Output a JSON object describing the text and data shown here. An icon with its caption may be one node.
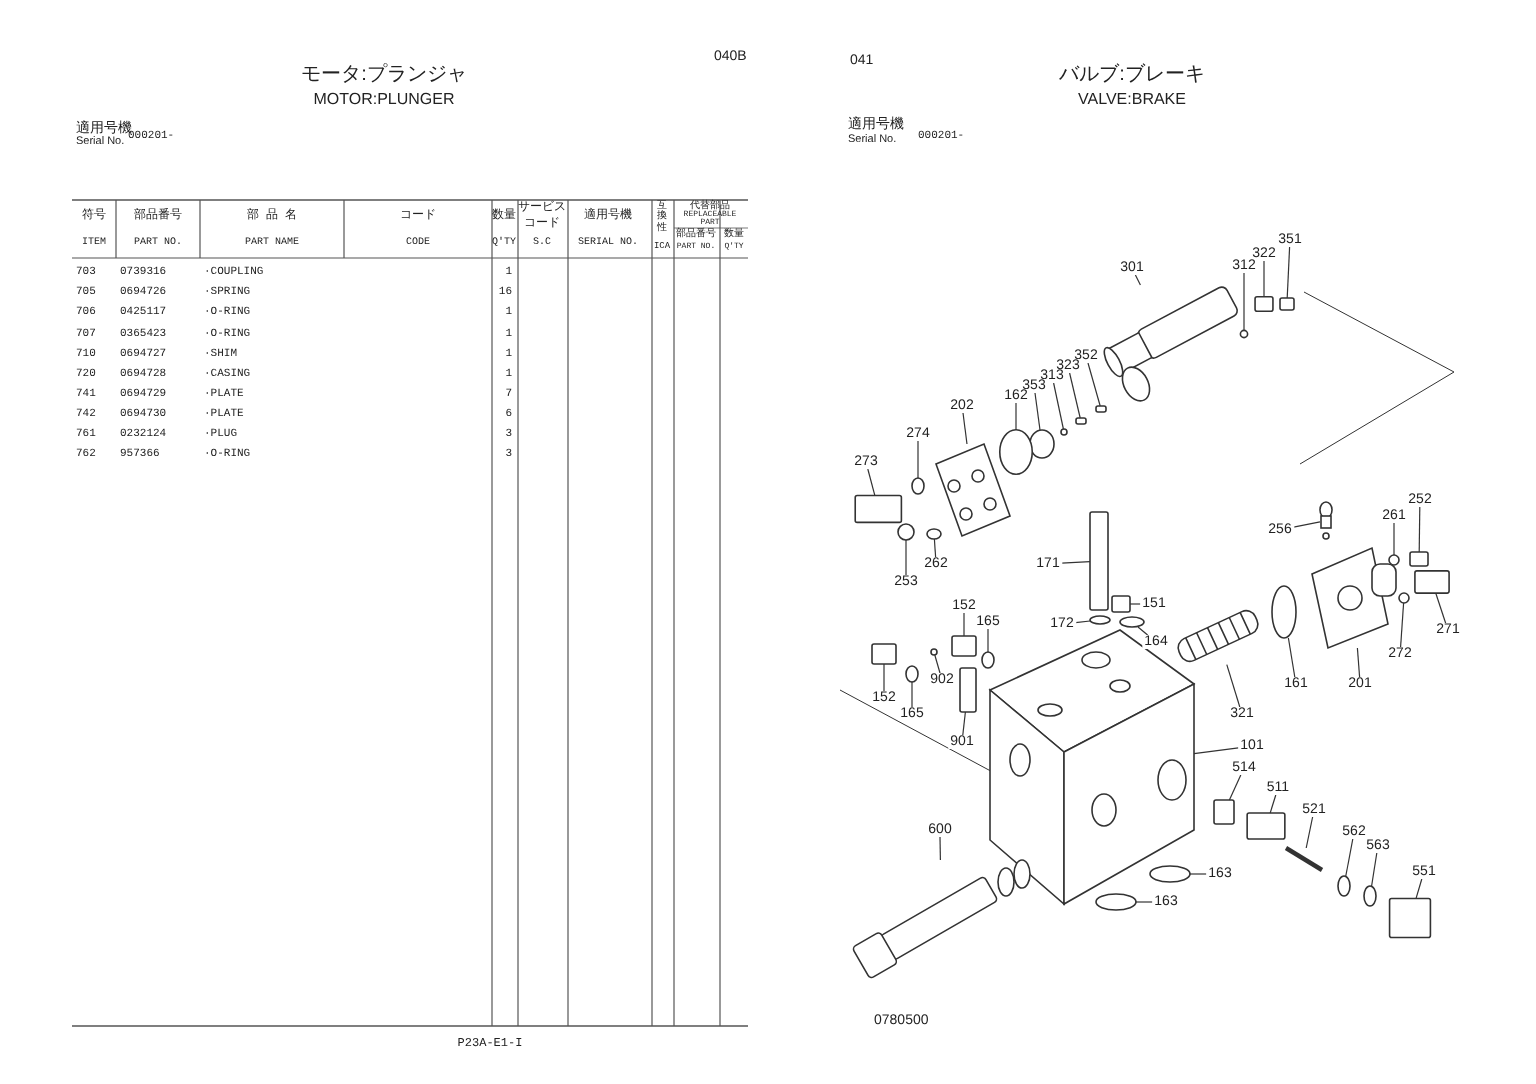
{
  "diagram": {
    "nodes": [
      {
        "text": [
          "351"
        ]
      },
      {
        "text": [
          "322"
        ]
      },
      {
        "text": [
          "312"
        ]
      },
      {
        "text": [
          "301"
        ]
      },
      {
        "text": [
          "352"
        ]
      },
      {
        "text": [
          "323"
        ]
      },
      {
        "text": [
          "313"
        ]
      },
      {
        "text": [
          "353"
        ]
      },
      {
        "text": [
          "162"
        ]
      },
      {
        "text": [
          "202"
        ]
      },
      {
        "text": [
          "274"
        ]
      },
      {
        "text": [
          "273"
        ]
      },
      {
        "text": [
          "256"
        ]
      },
      {
        "text": [
          "261"
        ]
      },
      {
        "text": [
          "252"
        ]
      },
      {
        "text": [
          "262"
        ]
      },
      {
        "text": [
          "253"
        ]
      },
      {
        "text": [
          "171"
        ]
      },
      {
        "text": [
          "151"
        ]
      },
      {
        "text": [
          "172"
        ]
      },
      {
        "text": [
          "164"
        ]
      },
      {
        "text": [
          "152"
        ]
      },
      {
        "text": [
          "165"
        ]
      },
      {
        "text": [
          "152"
        ]
      },
      {
        "text": [
          "165"
        ]
      },
      {
        "text": [
          "902"
        ]
      },
      {
        "text": [
          "901"
        ]
      },
      {
        "text": [
          "161"
        ]
      },
      {
        "text": [
          "201"
        ]
      },
      {
        "text": [
          "272"
        ]
      },
      {
        "text": [
          "271"
        ]
      },
      {
        "text": [
          "321"
        ]
      },
      {
        "text": [
          "101"
        ]
      },
      {
        "text": [
          "514"
        ]
      },
      {
        "text": [
          "511"
        ]
      },
      {
        "text": [
          "521"
        ]
      },
      {
        "text": [
          "562"
        ]
      },
      {
        "text": [
          "563"
        ]
      },
      {
        "text": [
          "551"
        ]
      },
      {
        "text": [
          "600"
        ]
      },
      {
        "text": [
          "163"
        ]
      },
      {
        "text": [
          "163"
        ]
      },
      {
        "text": [],
        "shape": "box"
      },
      {
        "text": [],
        "shape": "box"
      },
      {
        "text": [],
        "shape": "circle"
      },
      {
        "text": [],
        "shape": "picture"
      },
      {
        "text": [],
        "shape": "box"
      },
      {
        "text": [],
        "shape": "box"
      },
      {
        "text": [],
        "shape": "circle"
      },
      {
        "text": [],
        "shape": "circle"
      },
      {
        "text": [],
        "shape": "circle"
      },
      {
        "text": [],
        "shape": "picture"
      },
      {
        "text": [],
        "shape": "circle"
      },
      {
        "text": [],
        "shape": "box"
      },
      {
        "text": [],
        "shape": "picture"
      },
      {
        "text": [],
        "shape": "circle"
      },
      {
        "text": [],
        "shape": "box"
      },
      {
        "text": [],
        "shape": "circle"
      },
      {
        "text": [],
        "shape": "circle"
      },
      {
        "text": [],
        "shape": "box"
      },
      {
        "text": [],
        "shape": "box"
      },
      {
        "text": [],
        "shape": "circle"
      },
      {
        "text": [],
        "shape": "circle"
      },
      {
        "text": [],
        "shape": "box"
      },
      {
        "text": [],
        "shape": "circle"
      },
      {
        "text": [],
        "shape": "box"
      },
      {
        "text": [],
        "shape": "circle"
      },
      {
        "text": [],
        "shape": "circle"
      },
      {
        "text": [],
        "shape": "box"
      },
      {
        "text": [],
        "shape": "circle"
      },
      {
        "text": [],
        "shape": "picture"
      },
      {
        "text": [],
        "shape": "circle"
      },
      {
        "text": [],
        "shape": "box"
      },
      {
        "text": [],
        "shape": "picture"
      },
      {
        "text": [],
        "shape": "picture"
      },
      {
        "text": [],
        "shape": "box"
      },
      {
        "text": [],
        "shape": "box"
      },
      {
        "text": [],
        "shape": "bar"
      },
      {
        "text": [],
        "shape": "circle"
      },
      {
        "text": [],
        "shape": "circle"
      },
      {
        "text": [],
        "shape": "box"
      },
      {
        "text": [],
        "shape": "picture"
      },
      {
        "text": [],
        "shape": "circle"
      },
      {
        "text": [],
        "shape": "circle"
      }
    ],
    "edges": [
      {
        "from": 0,
        "to": 42,
        "arrow": "none"
      },
      {
        "from": 1,
        "to": 43,
        "arrow": "none"
      },
      {
        "from": 2,
        "to": 44,
        "arrow": "none"
      },
      {
        "from": 3,
        "to": 45,
        "arrow": "none"
      },
      {
        "from": 4,
        "to": 46,
        "arrow": "none"
      },
      {
        "from": 5,
        "to": 47,
        "arrow": "none"
      },
      {
        "from": 6,
        "to": 48,
        "arrow": "none"
      },
      {
        "from": 7,
        "to": 49,
        "arrow": "none"
      },
      {
        "from": 8,
        "to": 50,
        "arrow": "none"
      },
      {
        "from": 9,
        "to": 51,
        "arrow": "none"
      },
      {
        "from": 10,
        "to": 52,
        "arrow": "none"
      },
      {
        "from": 11,
        "to": 53,
        "arrow": "none"
      },
      {
        "from": 12,
        "to": 54,
        "arrow": "none"
      },
      {
        "from": 13,
        "to": 55,
        "arrow": "none"
      },
      {
        "from": 14,
        "to": 56,
        "arrow": "none"
      },
      {
        "from": 15,
        "to": 57,
        "arrow": "none"
      },
      {
        "from": 16,
        "to": 58,
        "arrow": "none"
      },
      {
        "from": 17,
        "to": 59,
        "arrow": "none"
      },
      {
        "from": 18,
        "to": 60,
        "arrow": "none"
      },
      {
        "from": 19,
        "to": 61,
        "arrow": "none"
      },
      {
        "from": 20,
        "to": 62,
        "arrow": "none"
      },
      {
        "from": 21,
        "to": 63,
        "arrow": "none"
      },
      {
        "from": 22,
        "to": 64,
        "arrow": "none"
      },
      {
        "from": 23,
        "to": 65,
        "arrow": "none"
      },
      {
        "from": 24,
        "to": 66,
        "arrow": "none"
      },
      {
        "from": 25,
        "to": 67,
        "arrow": "none"
      },
      {
        "from": 26,
        "to": 68,
        "arrow": "none"
      },
      {
        "from": 27,
        "to": 69,
        "arrow": "none"
      },
      {
        "from": 28,
        "to": 70,
        "arrow": "none"
      },
      {
        "from": 29,
        "to": 71,
        "arrow": "none"
      },
      {
        "from": 30,
        "to": 72,
        "arrow": "none"
      },
      {
        "from": 31,
        "to": 73,
        "arrow": "none"
      },
      {
        "from": 32,
        "to": 74,
        "arrow": "none"
      },
      {
        "from": 33,
        "to": 75,
        "arrow": "none"
      },
      {
        "from": 34,
        "to": 76,
        "arrow": "none"
      },
      {
        "from": 35,
        "to": 77,
        "arrow": "none"
      },
      {
        "from": 36,
        "to": 78,
        "arrow": "none"
      },
      {
        "from": 37,
        "to": 79,
        "arrow": "none"
      },
      {
        "from": 38,
        "to": 80,
        "arrow": "none"
      },
      {
        "from": 39,
        "to": 81,
        "arrow": "none"
      },
      {
        "from": 40,
        "to": 82,
        "arrow": "none"
      },
      {
        "from": 41,
        "to": 83,
        "arrow": "none"
      }
    ],
    "labels": [
      "040B",
      "モータ:プランジャ",
      "MOTOR:PLUNGER",
      "適用号機",
      "Serial No.",
      "000201-",
      "符号",
      "ITEM",
      "部品番号",
      "PART NO.",
      "部 品 名",
      "PART NAME",
      "コード",
      "CODE",
      "数量",
      "Q'TY",
      "サービス",
      "コード",
      "S.C",
      "適用号機",
      "SERIAL NO.",
      "互換性",
      "ICA",
      "代替部品",
      "REPLACEABLE PART",
      "部品番号",
      "PART NO.",
      "数量",
      "Q'TY",
      "703",
      "0739316",
      "·COUPLING",
      "1",
      "705",
      "0694726",
      "·SPRING",
      "16",
      "706",
      "0425117",
      "·O-RING",
      "1",
      "707",
      "0365423",
      "·O-RING",
      "1",
      "710",
      "0694727",
      "·SHIM",
      "1",
      "720",
      "0694728",
      "·CASING",
      "1",
      "741",
      "0694729",
      "·PLATE",
      "7",
      "742",
      "0694730",
      "·PLATE",
      "6",
      "761",
      "0232124",
      "·PLUG",
      "3",
      "762",
      "957366",
      "·O-RING",
      "3",
      "P23A-E1-I",
      "041",
      "バルブ:ブレーキ",
      "VALVE:BRAKE",
      "適用号機",
      "Serial No.",
      "000201-",
      "0780500"
    ]
  }
}
